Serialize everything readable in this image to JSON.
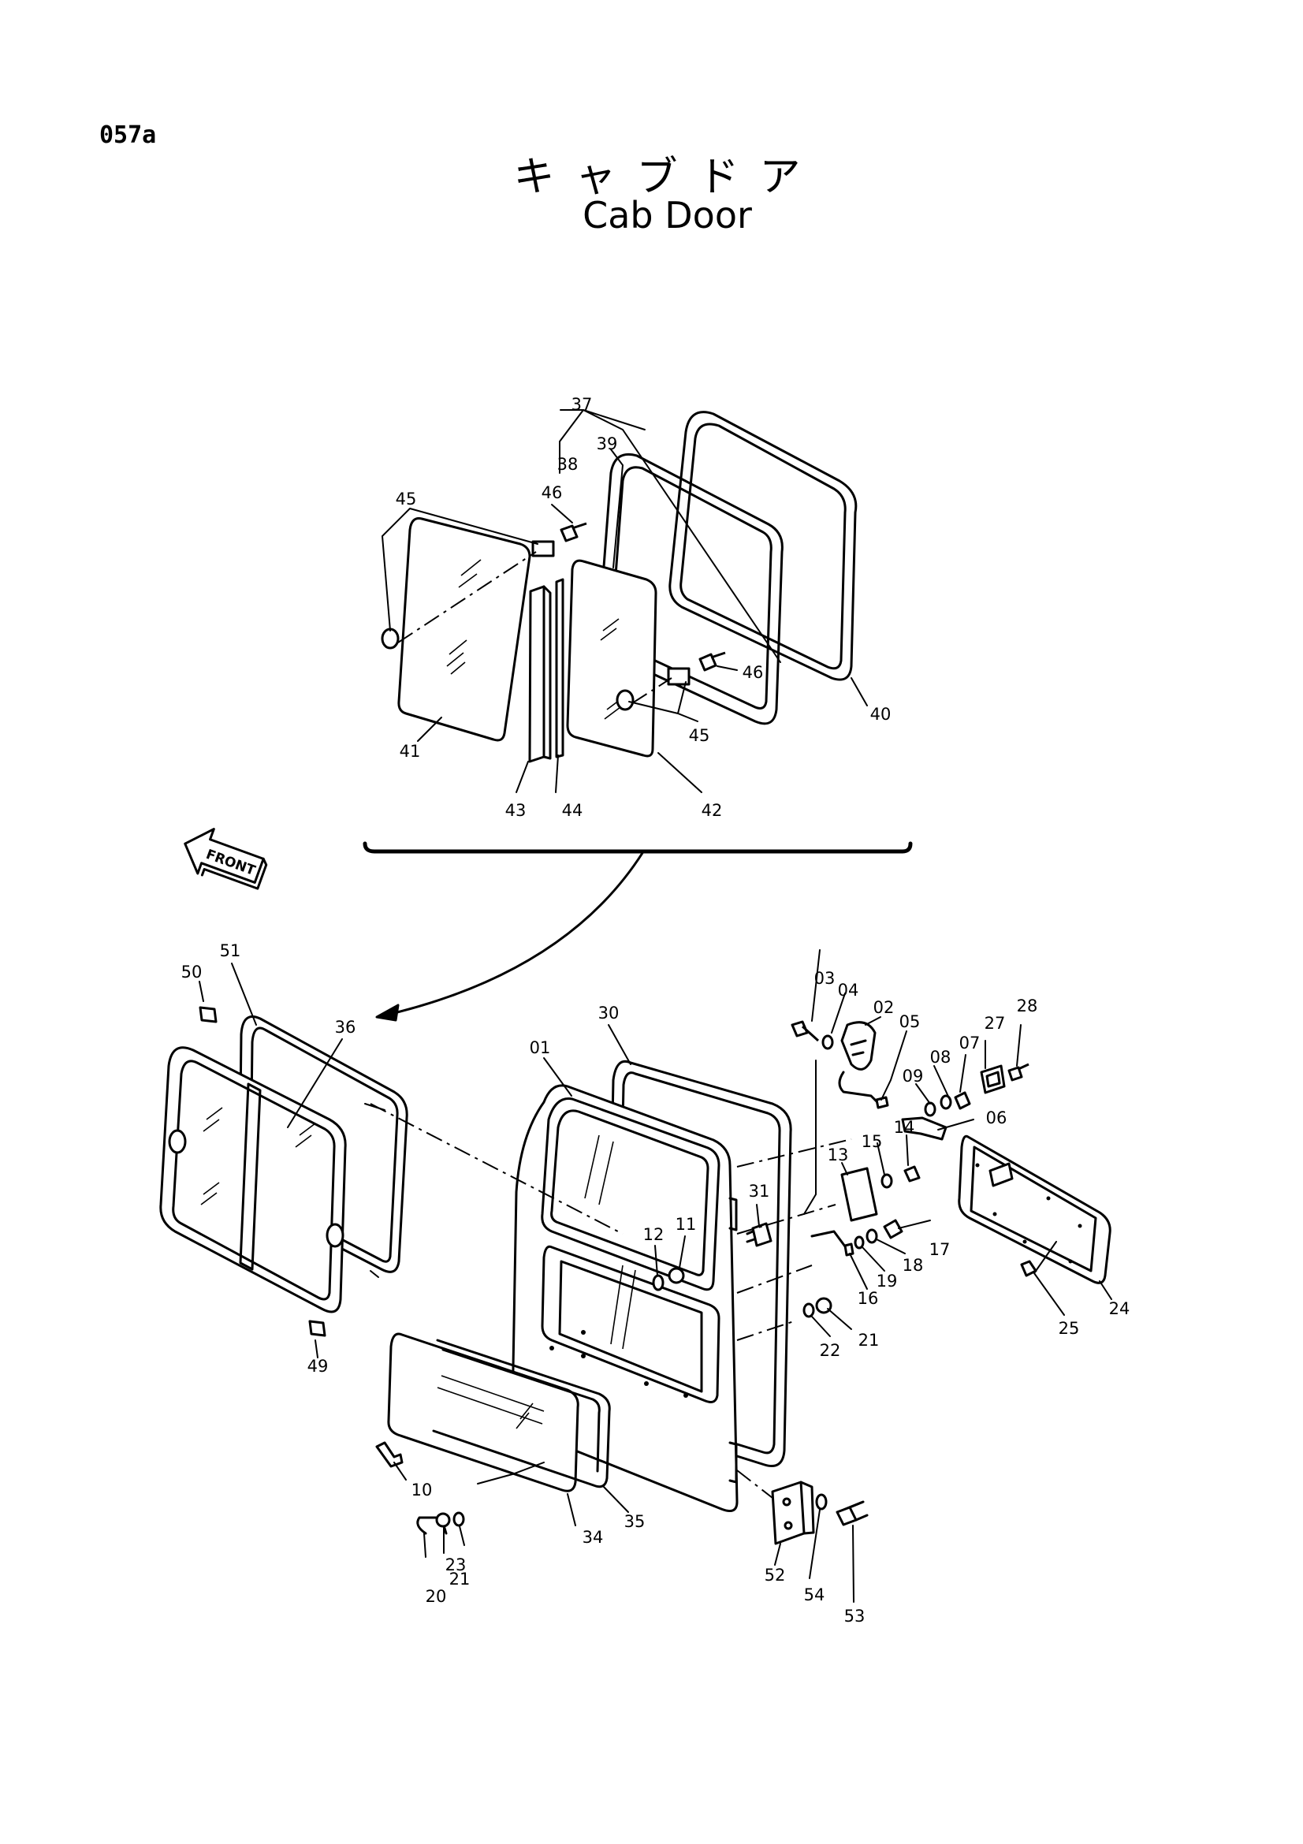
{
  "page_code": "057a",
  "title_jp": "キャブドア",
  "title_en": "Cab Door",
  "front_label": "FRONT",
  "callouts": {
    "c37": "37",
    "c39": "39",
    "c38": "38",
    "c45a": "45",
    "c46a": "46",
    "c46b": "46",
    "c40": "40",
    "c41": "41",
    "c45b": "45",
    "c43": "43",
    "c44": "44",
    "c42": "42",
    "c51": "51",
    "c50": "50",
    "c36": "36",
    "c30": "30",
    "c01": "01",
    "c03": "03",
    "c04": "04",
    "c02": "02",
    "c05": "05",
    "c27": "27",
    "c28": "28",
    "c08": "08",
    "c07": "07",
    "c09": "09",
    "c06": "06",
    "c14": "14",
    "c15": "15",
    "c13": "13",
    "c31": "31",
    "c11": "11",
    "c12": "12",
    "c17": "17",
    "c18": "18",
    "c19": "19",
    "c16": "16",
    "c22": "22",
    "c21a": "21",
    "c24": "24",
    "c25": "25",
    "c49": "49",
    "c10": "10",
    "c23": "23",
    "c21b": "21",
    "c20": "20",
    "c34": "34",
    "c35": "35",
    "c52": "52",
    "c54": "54",
    "c53": "53"
  }
}
